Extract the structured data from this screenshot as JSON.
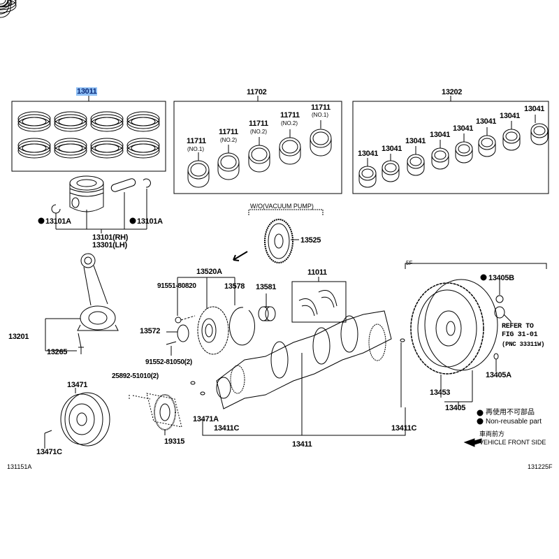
{
  "diagram": {
    "highlight_color": "#8fc0f5",
    "labels": {
      "piston_ring_set": "13011",
      "bearing_set": "11702",
      "conrod_bearing_set": "13202",
      "main_bearing_1": "11711",
      "main_bearing_1_sub": "(NO.1)",
      "main_bearing_2": "11711",
      "main_bearing_2_sub": "(NO.2)",
      "main_bearing_3": "11711",
      "main_bearing_3_sub": "(NO.2)",
      "main_bearing_4": "11711",
      "main_bearing_4_sub": "(NO.2)",
      "main_bearing_5": "11711",
      "main_bearing_5_sub": "(NO.1)",
      "conrod_bearings": [
        "13041",
        "13041",
        "13041",
        "13041",
        "13041",
        "13041",
        "13041",
        "13041"
      ],
      "snap_ring_left": "13101A",
      "snap_ring_right": "13101A",
      "piston_rh": "13101(RH)",
      "piston_lh": "13301(LH)",
      "vacuum_pump_note": "W/O(VACUUM PUMP)",
      "gear_13525": "13525",
      "gear_13520a": "13520A",
      "bolt_91551": "91551-80820",
      "ring_13578": "13578",
      "spacer_13581": "13581",
      "thrust_washer_set": "11011",
      "flywheel_group": "5F",
      "bolt_13405b": "13405B",
      "refer_1": "REFER TO",
      "refer_2": "FIG 31-01",
      "refer_3": "(PNC 33311W)",
      "plate_13572": "13572",
      "conrod": "13201",
      "conrod_bolt": "13265",
      "bolt_91552": "91552-81050(2)",
      "pin_13405a": "13405A",
      "bolt_25892": "25892-51010(2)",
      "pulley": "13471",
      "ring_gear": "13453",
      "flywheel": "13405",
      "key_13471a": "13471A",
      "pin_13411c_left": "13411C",
      "pin_13411c_right": "13411C",
      "rotor_19315": "19315",
      "crankshaft": "13411",
      "pulley_bolt": "13471C"
    },
    "legend": {
      "non_reusable_jp": "再使用不可部品",
      "non_reusable_en": "Non-reusable part",
      "front_jp": "車両前方",
      "front_en": "VEHICLE FRONT SIDE"
    },
    "figure_codes": {
      "left": "131151A",
      "right": "131225F"
    }
  }
}
